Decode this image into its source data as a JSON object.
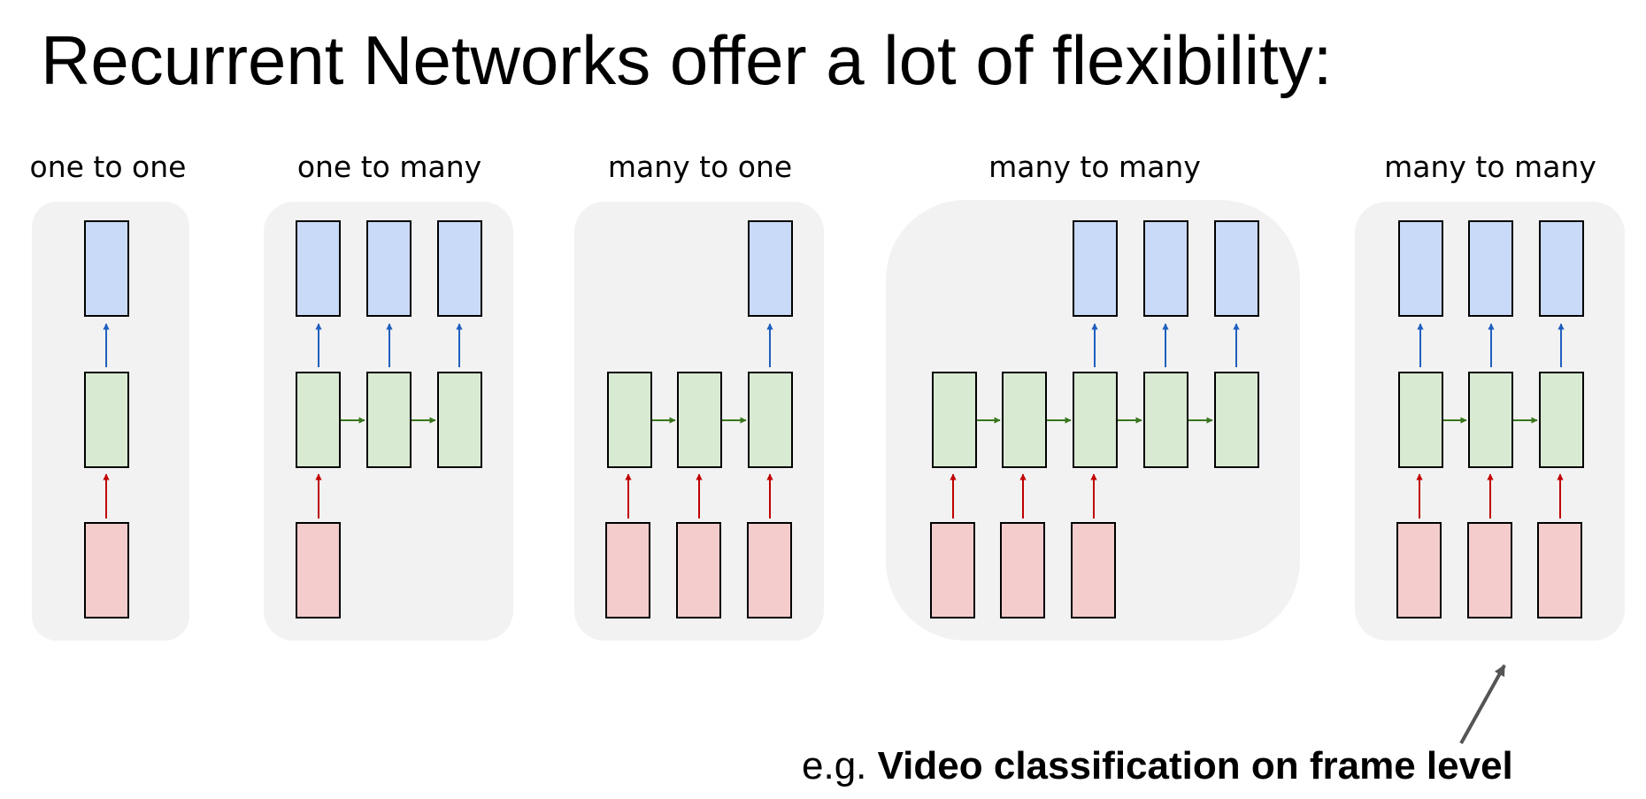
{
  "title": "Recurrent Networks offer a lot of flexibility:",
  "panels": [
    {
      "label": "one to one"
    },
    {
      "label": "one to many"
    },
    {
      "label": "many to one"
    },
    {
      "label": "many to many"
    },
    {
      "label": "many to many"
    }
  ],
  "caption": {
    "prefix": "e.g.",
    "emphasis": "Video classification on frame level"
  },
  "colors": {
    "panel_bg": "#f2f2f2",
    "input_fill": "#f4cccc",
    "hidden_fill": "#d9ead3",
    "output_fill": "#c9daf8",
    "input_arrow": "#c00000",
    "recurrent_arrow": "#38761d",
    "output_arrow": "#1f5fbf",
    "pointer_arrow": "#555555"
  }
}
